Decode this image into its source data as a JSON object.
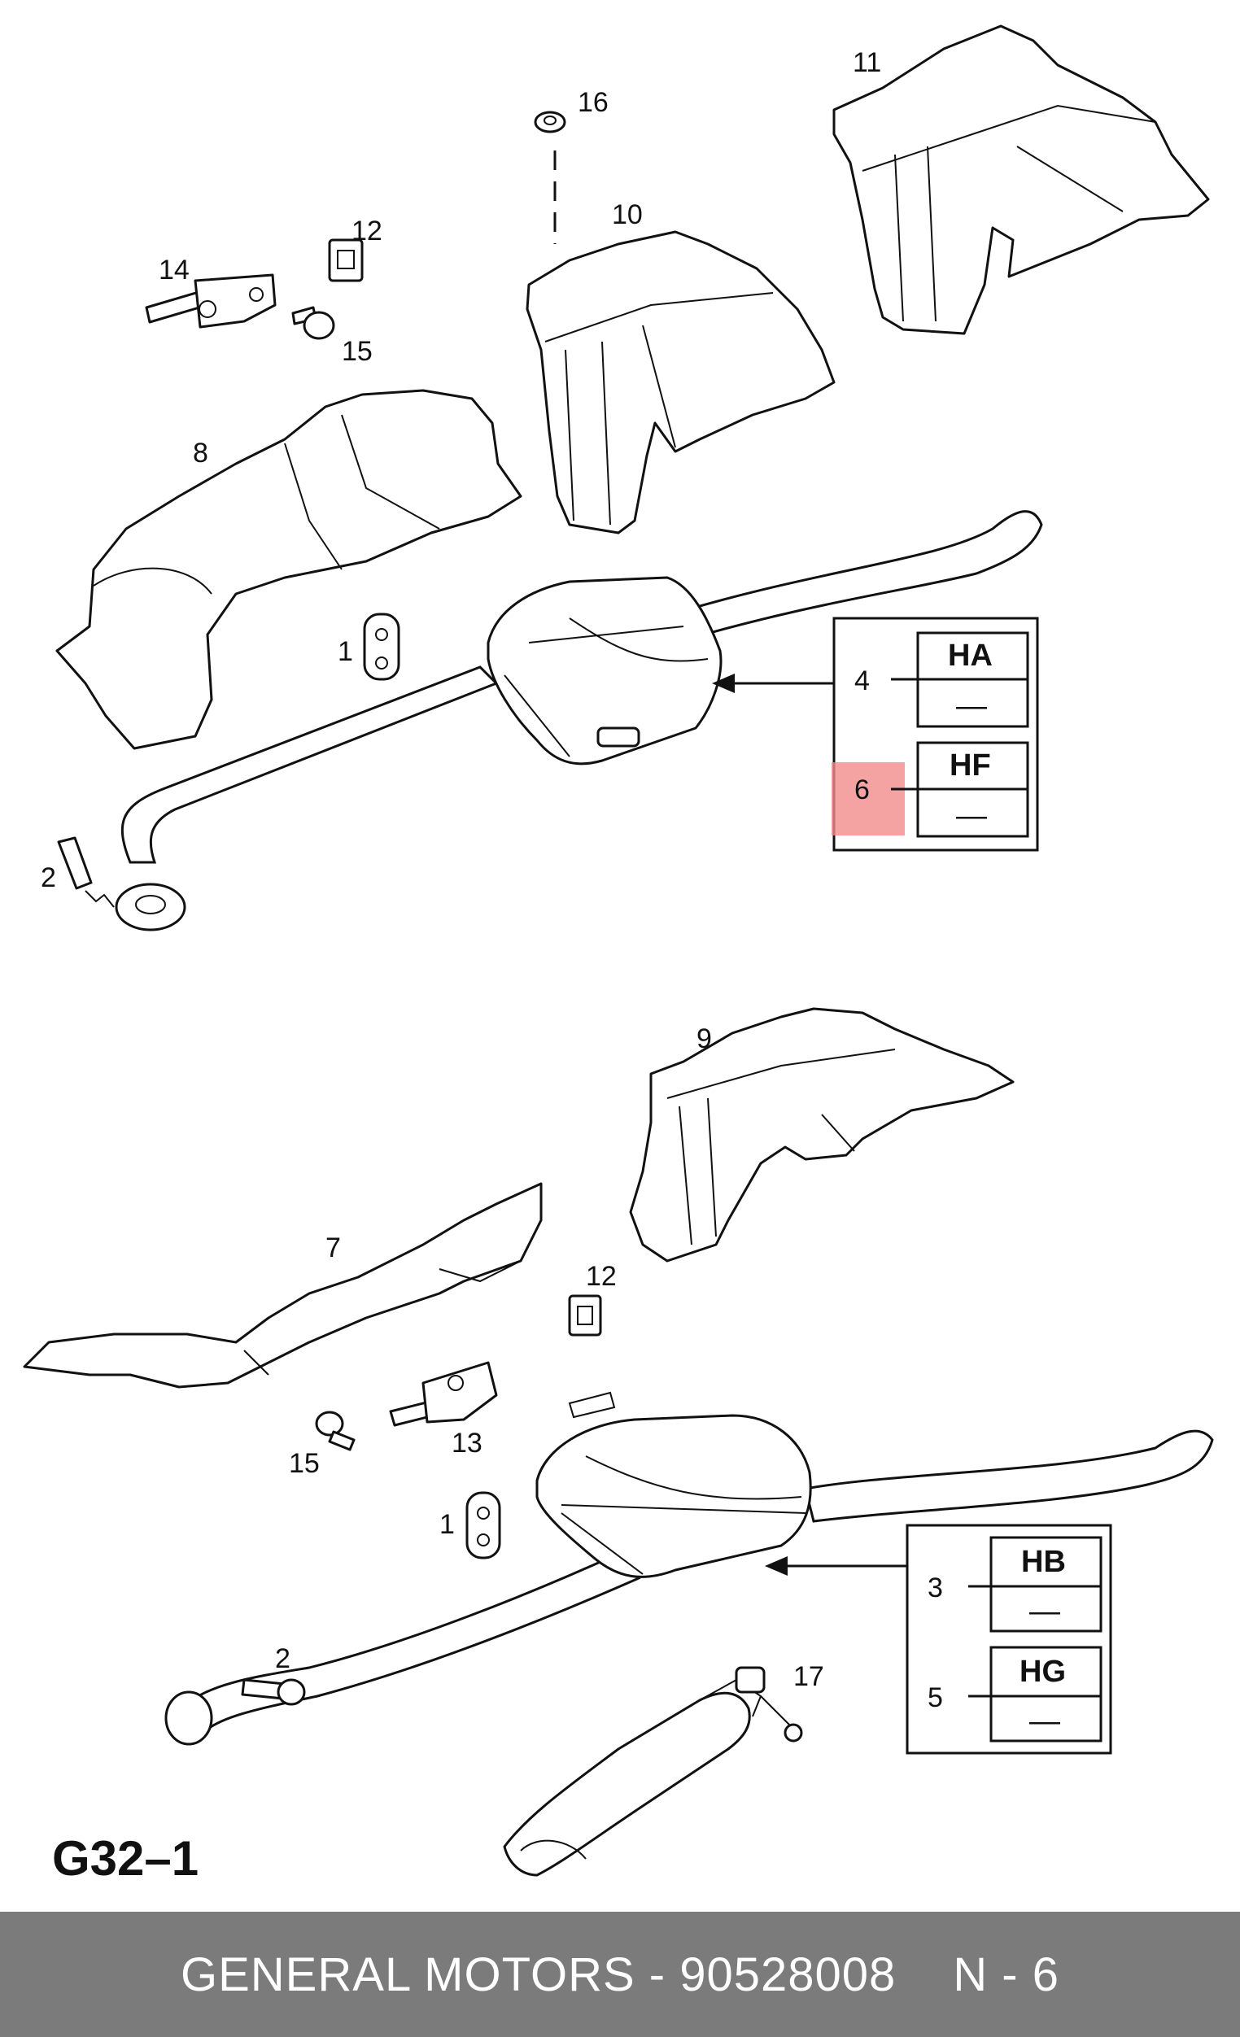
{
  "page_id": "G32–1",
  "footer": {
    "brand": "GENERAL MOTORS",
    "separator": "-",
    "part_number": "90528008",
    "page_ref": "N - 6"
  },
  "highlight_color": "#f28b8b",
  "upper": {
    "callouts": [
      "16",
      "11",
      "12",
      "10",
      "14",
      "15",
      "8",
      "1",
      "2"
    ],
    "variant_box": {
      "rows": [
        {
          "ref": "4",
          "code": "HA",
          "value": "—"
        },
        {
          "ref": "6",
          "code": "HF",
          "value": "—",
          "highlighted": true
        }
      ]
    }
  },
  "lower": {
    "callouts": [
      "9",
      "7",
      "12",
      "13",
      "15",
      "1",
      "2",
      "17"
    ],
    "variant_box": {
      "rows": [
        {
          "ref": "3",
          "code": "HB",
          "value": "—"
        },
        {
          "ref": "5",
          "code": "HG",
          "value": "—"
        }
      ]
    }
  }
}
